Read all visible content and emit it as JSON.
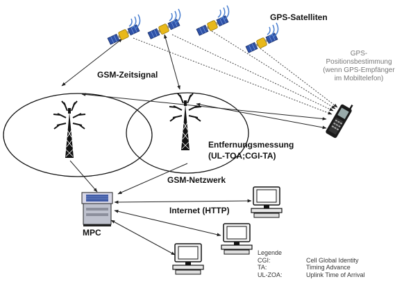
{
  "labels": {
    "gps_satellites": "GPS-Satelliten",
    "gsm_time_signal": "GSM-Zeitsignal",
    "gps_positioning": [
      "GPS-",
      "Positionsbestimmung",
      "(wenn GPS-Empfänger",
      "im Mobiltelefon)"
    ],
    "distance_measurement": [
      "Entfernungsmessung",
      "(UL-TOA;CGI-TA)"
    ],
    "gsm_network": "GSM-Netzwerk",
    "internet": "Internet (HTTP)",
    "mpc": "MPC"
  },
  "legend": {
    "title": "Legende",
    "items": [
      {
        "key": "CGI:",
        "value": "Cell Global Identity"
      },
      {
        "key": "TA:",
        "value": "Timing Advance"
      },
      {
        "key": "UL-ZOA:",
        "value": "Uplink Time of Arrival"
      }
    ]
  },
  "icons": [
    "satellite-icon",
    "cell-tower-icon",
    "mobile-phone-icon",
    "server-icon",
    "computer-icon"
  ],
  "colors": {
    "satellite_body": "#e8b81a",
    "satellite_panel": "#2f52a8",
    "signal_waves": "#4a7fd0",
    "arrows": "#222222"
  }
}
